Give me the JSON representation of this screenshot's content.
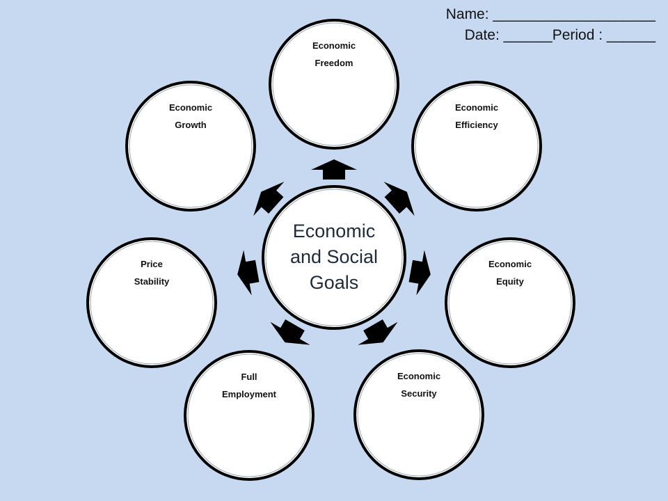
{
  "header": {
    "name_line": "Name: ____________________",
    "date_line": "Date: ______Period : ______"
  },
  "center": {
    "label_lines": [
      "Economic",
      "and Social",
      "Goals"
    ]
  },
  "goals": [
    {
      "id": "freedom",
      "lines": [
        "Economic",
        "Freedom"
      ]
    },
    {
      "id": "efficiency",
      "lines": [
        "Economic",
        "Efficiency"
      ]
    },
    {
      "id": "equity",
      "lines": [
        "Economic",
        "Equity"
      ]
    },
    {
      "id": "security",
      "lines": [
        "Economic",
        "Security"
      ]
    },
    {
      "id": "employment",
      "lines": [
        "Full",
        "Employment"
      ]
    },
    {
      "id": "stability",
      "lines": [
        "Price",
        "Stability"
      ]
    },
    {
      "id": "growth",
      "lines": [
        "Economic",
        "Growth"
      ]
    }
  ],
  "colors": {
    "background": "#c6d9f1",
    "circle_fill": "#ffffff",
    "circle_stroke": "#000000",
    "arrow_fill": "#000000"
  }
}
